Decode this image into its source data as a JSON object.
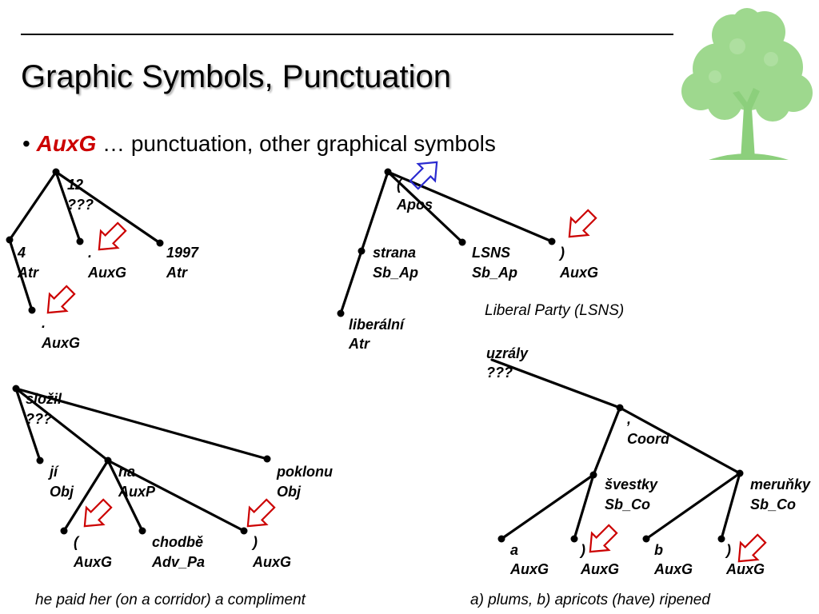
{
  "slide": {
    "title": "Graphic Symbols, Punctuation",
    "bullet_marker": "•",
    "bullet_term": "AuxG",
    "bullet_text": " … punctuation, other graphical symbols"
  },
  "colors": {
    "term": "#cc0000",
    "arrow_red": "#cc0000",
    "arrow_blue": "#2a2ad0",
    "tree_foliage": "#9ed88e",
    "tree_trunk": "#8ccf7c"
  },
  "trees": {
    "t1": {
      "root": {
        "w": "12",
        "a": "???"
      },
      "n1": {
        "w": "4",
        "a": "Atr"
      },
      "n2": {
        "w": ".",
        "a": "AuxG"
      },
      "n3": {
        "w": "1997",
        "a": "Atr"
      },
      "n4": {
        "w": ".",
        "a": "AuxG"
      }
    },
    "t2": {
      "root": {
        "w": "(",
        "a": "Apos"
      },
      "n1": {
        "w": "strana",
        "a": "Sb_Ap"
      },
      "n2": {
        "w": "LSNS",
        "a": "Sb_Ap"
      },
      "n3": {
        "w": ")",
        "a": "AuxG"
      },
      "n4": {
        "w": "liberální",
        "a": "Atr"
      },
      "caption": "Liberal Party (LSNS)"
    },
    "t3": {
      "root": {
        "w": "složil",
        "a": "???"
      },
      "n1": {
        "w": "jí",
        "a": "Obj"
      },
      "n2": {
        "w": "na",
        "a": "AuxP"
      },
      "n3": {
        "w": "poklonu",
        "a": "Obj"
      },
      "n4": {
        "w": "(",
        "a": "AuxG"
      },
      "n5": {
        "w": "chodbě",
        "a": "Adv_Pa"
      },
      "n6": {
        "w": ")",
        "a": "AuxG"
      },
      "caption": "he paid her (on a corridor) a compliment"
    },
    "t4": {
      "root": {
        "w": "uzrály",
        "a": "???"
      },
      "n1": {
        "w": ",",
        "a": "Coord"
      },
      "n2": {
        "w": "švestky",
        "a": "Sb_Co"
      },
      "n3": {
        "w": "meruňky",
        "a": "Sb_Co"
      },
      "n4": {
        "w": "a",
        "a": "AuxG"
      },
      "n5": {
        "w": ")",
        "a": "AuxG"
      },
      "n6": {
        "w": "b",
        "a": "AuxG"
      },
      "n7": {
        "w": ")",
        "a": "AuxG"
      },
      "caption": "a) plums, b) apricots (have) ripened"
    }
  }
}
